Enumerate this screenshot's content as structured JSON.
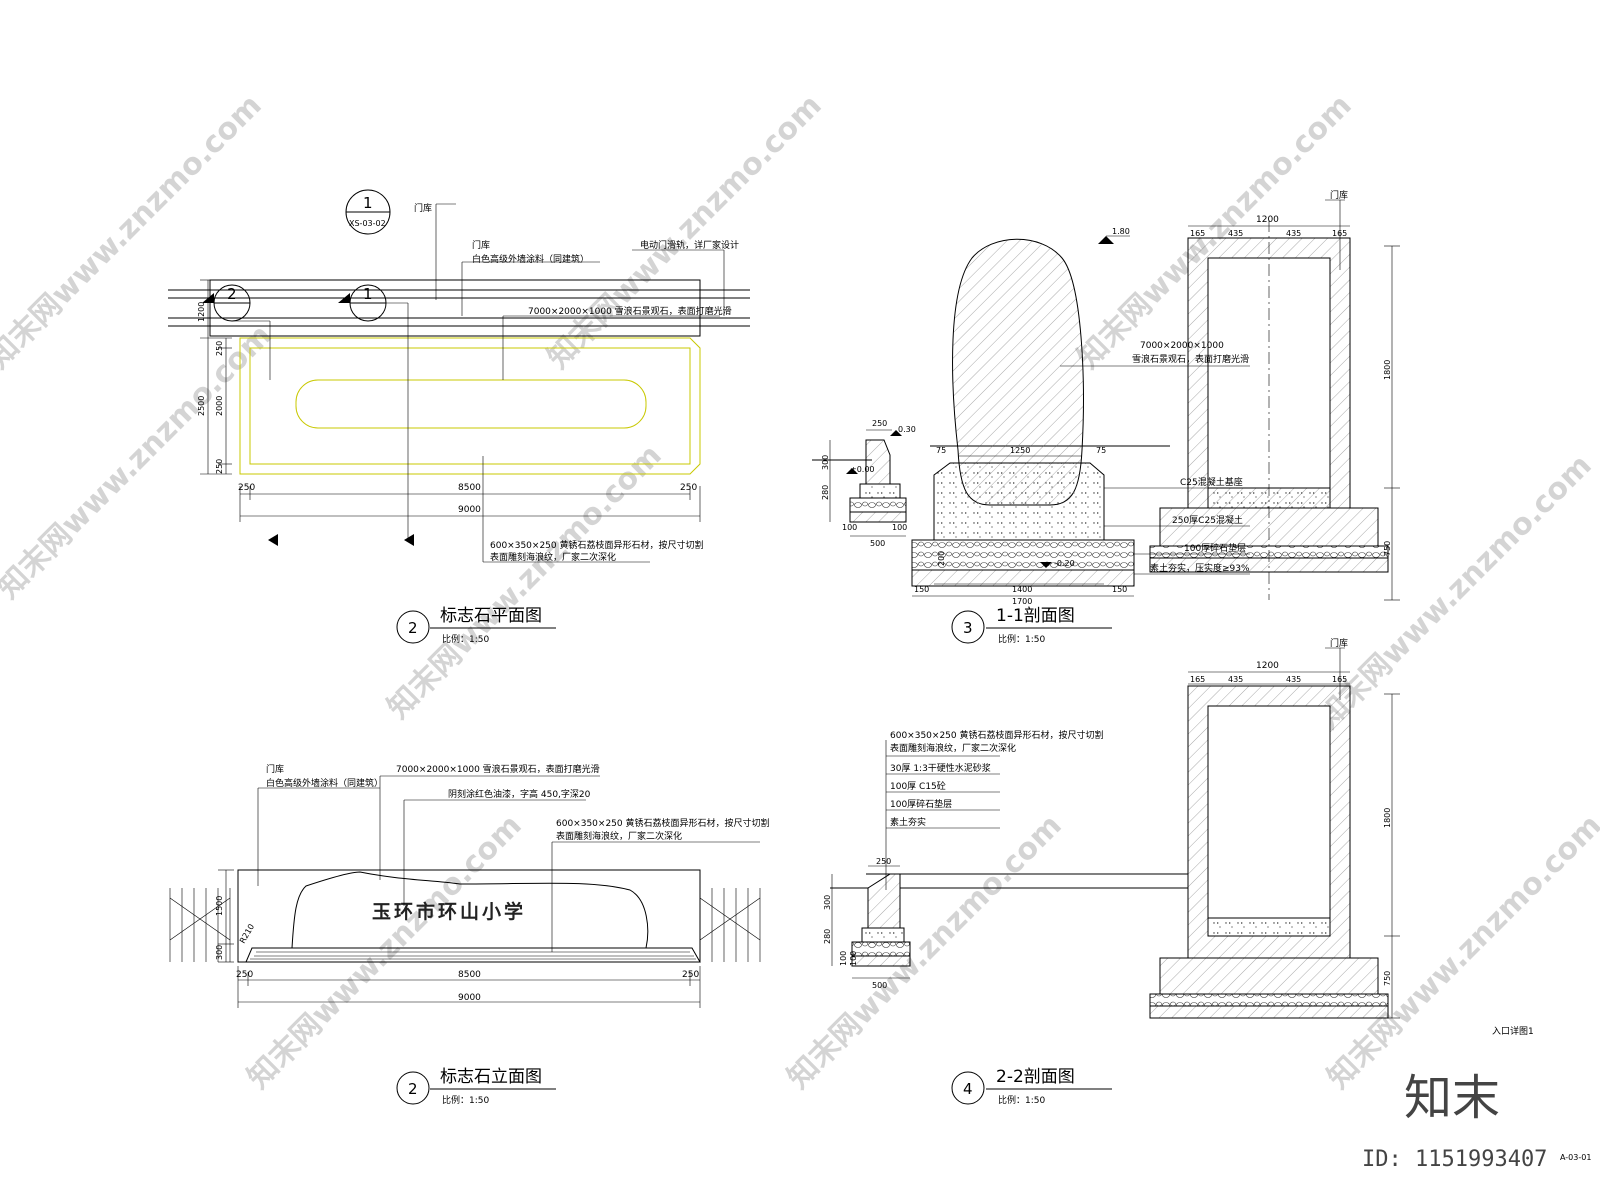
{
  "watermark": {
    "text": "知末网www.znzmo.com",
    "brand": "知末",
    "id_label": "ID: 1151993407"
  },
  "sheet": {
    "detail_label": "入口详图1",
    "sheet_code": "A-03-01"
  },
  "views": {
    "plan": {
      "number": "2",
      "title": "标志石平面图",
      "scale": "比例：1:50",
      "callout_sheet": "XS-03-02",
      "callout_1": "1",
      "section_mark_2": "2",
      "section_mark_1": "1",
      "notes": {
        "gate": "门库",
        "wall_label": "门库",
        "wall_paint": "白色高级外墙涂料（同建筑）",
        "rail": "电动门滑轨，详厂家设计",
        "stone": "7000×2000×1000 雪浪石景观石，表面打磨光滑",
        "base_1": "600×350×250 黄锈石荔枝面异形石材，按尺寸切割",
        "base_2": "表面雕刻海浪纹，厂家二次深化"
      },
      "dims": {
        "w_250a": "250",
        "w_8500": "8500",
        "w_250b": "250",
        "w_9000": "9000",
        "h_1200": "1200",
        "h_250a": "250",
        "h_2000": "2000",
        "h_250b": "250",
        "h_2500": "2500"
      }
    },
    "section11": {
      "number": "3",
      "title": "1-1剖面图",
      "scale": "比例：1:50",
      "notes": {
        "gate": "门库",
        "stone_1": "7000×2000×1000",
        "stone_2": "雪浪石景观石，表面打磨光滑",
        "c25": "C25混凝土基座",
        "c25b": "250厚C25混凝土",
        "gravel": "100厚碎石垫层",
        "soil": "素土夯实，压实度≥93%"
      },
      "dims": {
        "top_1200": "1200",
        "top_165a": "165",
        "top_435a": "435",
        "top_435b": "435",
        "top_165b": "165",
        "h_1800": "1800",
        "h_750": "750",
        "lvl_180": "1.80",
        "lvl_030": "0.30",
        "lvl_000": "±0.00",
        "lvl_020": "-0.20",
        "w_1250": "1250",
        "w_1400": "1400",
        "w_1700": "1700",
        "w_150a": "150",
        "w_150b": "150",
        "w_250": "250",
        "w_500": "500",
        "w_75a": "75",
        "w_75b": "75",
        "h_300": "300",
        "h_280": "280",
        "h_100": "100",
        "h_200": "200",
        "h_100b": "100"
      }
    },
    "elevation": {
      "number": "2",
      "title": "标志石立面图",
      "scale": "比例：1:50",
      "inscription": "玉环市环山小学",
      "notes": {
        "gate": "门库",
        "paint": "白色高级外墙涂料（同建筑）",
        "stone": "7000×2000×1000 雪浪石景观石，表面打磨光滑",
        "engrave": "阴刻涂红色油漆，字高 450,字深20",
        "base_1": "600×350×250 黄锈石荔枝面异形石材，按尺寸切割",
        "base_2": "表面雕刻海浪纹，厂家二次深化"
      },
      "dims": {
        "w_250a": "250",
        "w_8500": "8500",
        "w_250b": "250",
        "w_9000": "9000",
        "h_1500": "1500",
        "h_300": "300",
        "r_210": "R210"
      }
    },
    "section22": {
      "number": "4",
      "title": "2-2剖面图",
      "scale": "比例：1:50",
      "notes": {
        "gate": "门库",
        "base_1": "600×350×250 黄锈石荔枝面异形石材，按尺寸切割",
        "base_2": "表面雕刻海浪纹，厂家二次深化",
        "layer_1": "30厚 1:3干硬性水泥砂浆",
        "layer_2": "100厚 C15砼",
        "layer_3": "100厚碎石垫层",
        "layer_4": "素土夯实"
      },
      "dims": {
        "top_1200": "1200",
        "top_165a": "165",
        "top_435a": "435",
        "top_435b": "435",
        "top_165b": "165",
        "h_1800": "1800",
        "h_750": "750",
        "w_250": "250",
        "w_500": "500",
        "h_300": "300",
        "h_280": "280",
        "h_100": "100",
        "h_100b": "100"
      }
    }
  }
}
